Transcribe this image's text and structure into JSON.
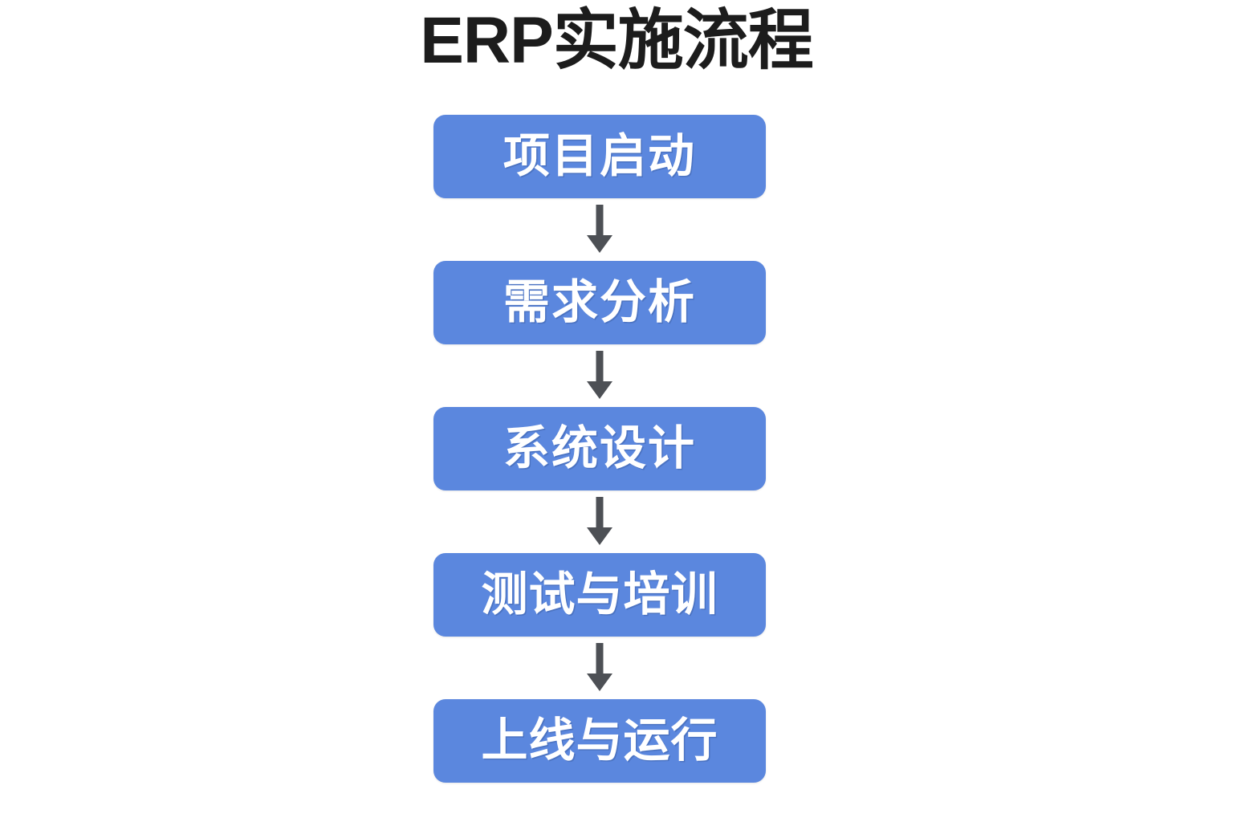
{
  "title": "ERP实施流程",
  "colors": {
    "node_fill": "#5b87de",
    "node_text": "#ffffff",
    "arrow": "#4d5055",
    "title_text": "#1c1c1c",
    "background": "#ffffff"
  },
  "flow": {
    "orientation": "vertical-top-to-bottom",
    "nodes": [
      {
        "id": "step-1",
        "label": "项目启动",
        "order": 1
      },
      {
        "id": "step-2",
        "label": "需求分析",
        "order": 2
      },
      {
        "id": "step-3",
        "label": "系统设计",
        "order": 3
      },
      {
        "id": "step-4",
        "label": "测试与培训",
        "order": 4
      },
      {
        "id": "step-5",
        "label": "上线与运行",
        "order": 5
      }
    ],
    "connectors": [
      {
        "id": "arrow-1-2",
        "icon": "arrow-down-icon",
        "from": "step-1",
        "to": "step-2"
      },
      {
        "id": "arrow-2-3",
        "icon": "arrow-down-icon",
        "from": "step-2",
        "to": "step-3"
      },
      {
        "id": "arrow-3-4",
        "icon": "arrow-down-icon",
        "from": "step-3",
        "to": "step-4"
      },
      {
        "id": "arrow-4-5",
        "icon": "arrow-down-icon",
        "from": "step-4",
        "to": "step-5"
      }
    ]
  }
}
